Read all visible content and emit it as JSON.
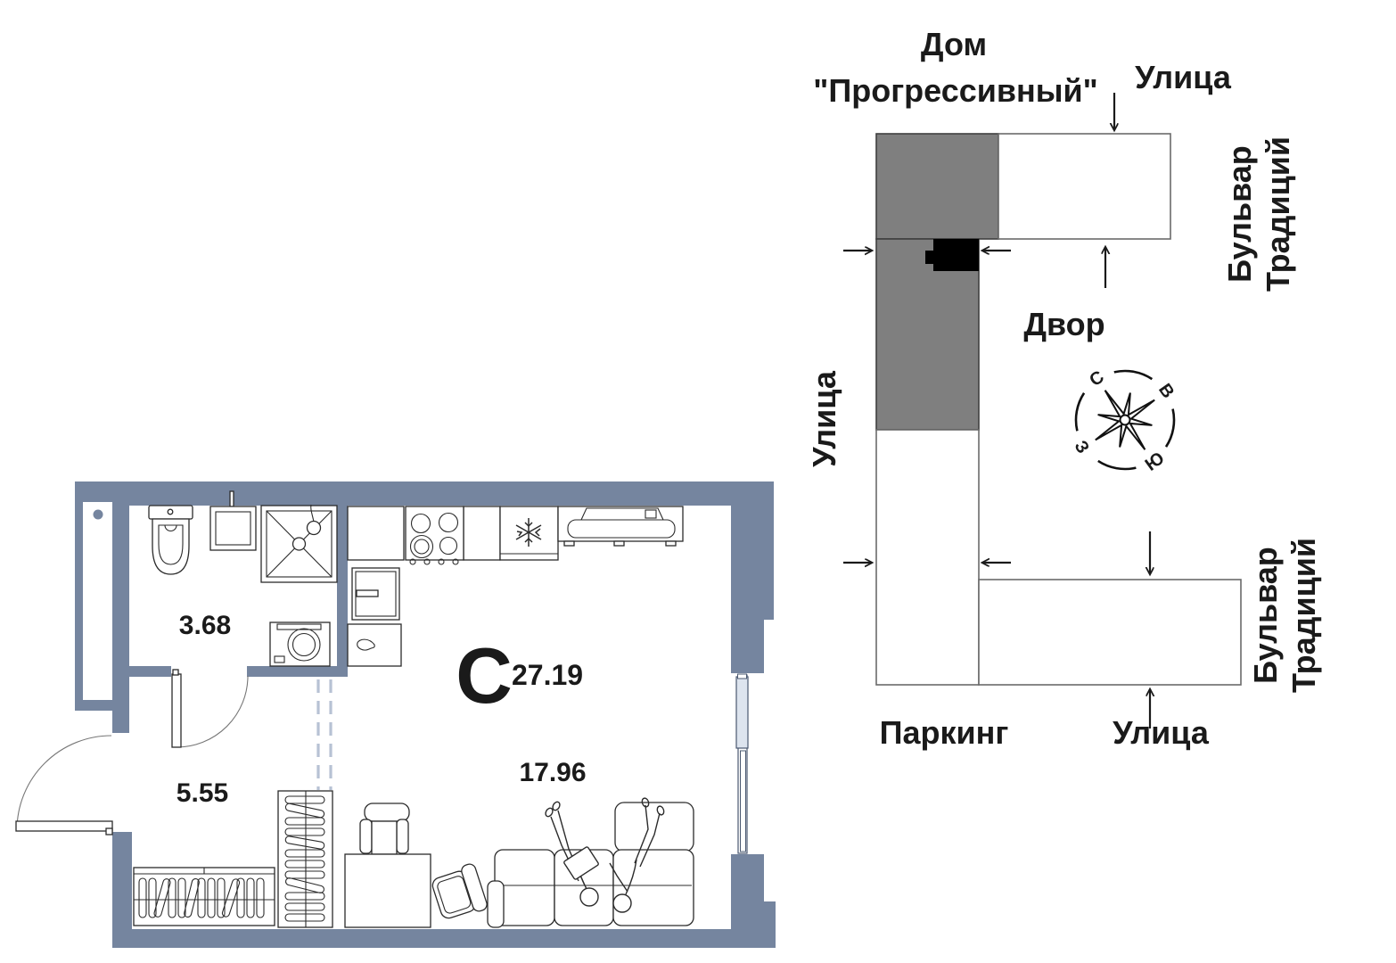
{
  "floor_plan": {
    "type_letter": "С",
    "total_area": "27.19",
    "bathroom_area": "3.68",
    "hall_area": "5.55",
    "living_area": "17.96"
  },
  "site_plan": {
    "building_line1": "Дом",
    "building_line2": "\"Прогрессивный\"",
    "street_top": "Улица",
    "street_left": "Улица",
    "street_bottom": "Улица",
    "courtyard": "Двор",
    "parking": "Паркинг",
    "boulevard_top_line1": "Бульвар",
    "boulevard_top_line2": "Традиций",
    "boulevard_bottom_line1": "Бульвар",
    "boulevard_bottom_line2": "Традиций",
    "compass": {
      "n": "С",
      "e": "В",
      "s": "Ю",
      "w": "З"
    }
  },
  "colors": {
    "wall": "#75859F",
    "building_gray": "#7F7F7F",
    "apartment_marker": "#000000",
    "type_letter": "#8495AF",
    "dashed_partition": "#B7C2D4",
    "window_sash": "#DDE4EE"
  }
}
